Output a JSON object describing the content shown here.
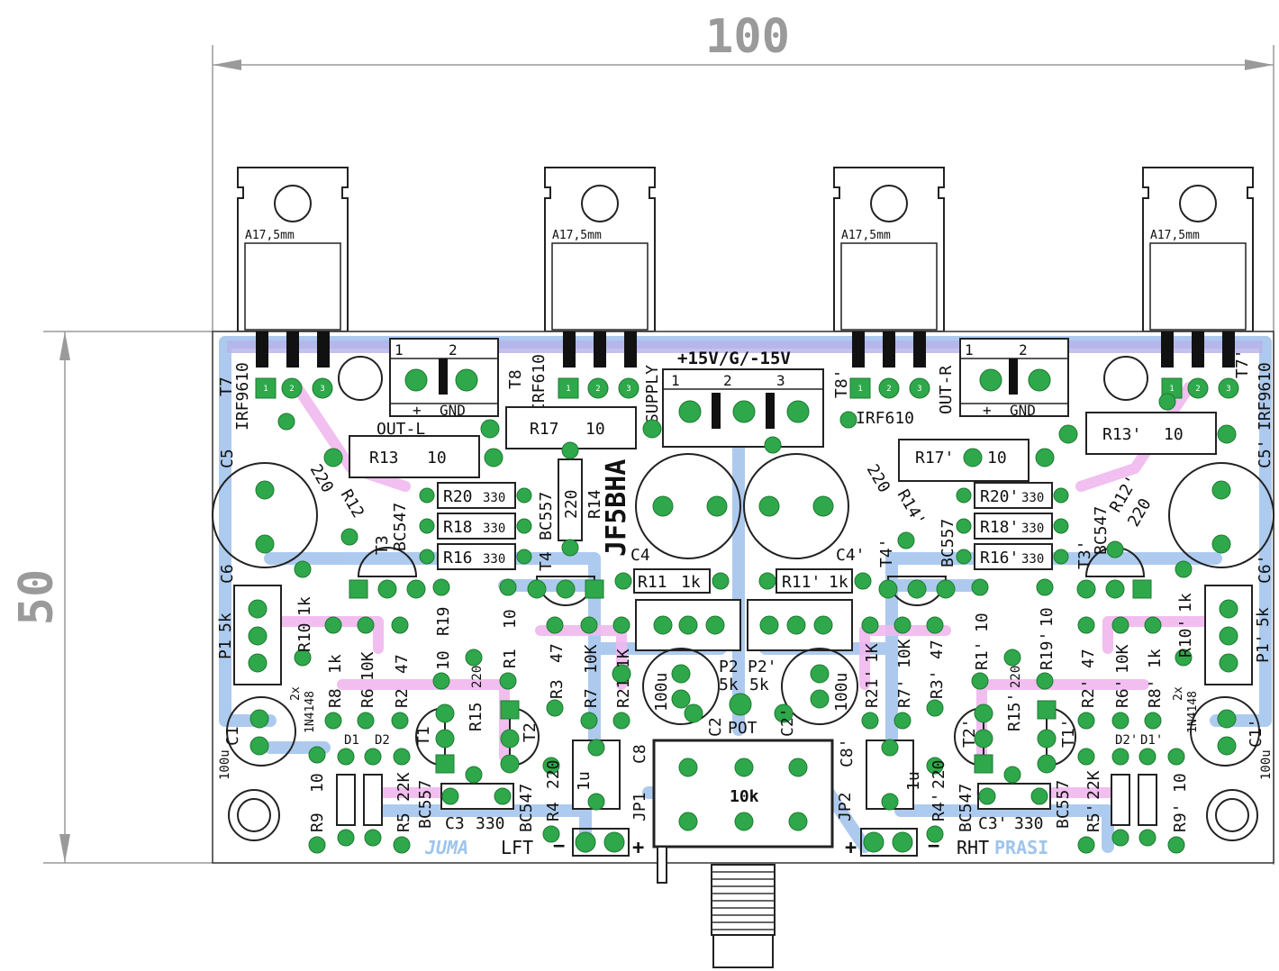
{
  "dimensions": {
    "width_label": "100",
    "height_label": "50"
  },
  "power_transistors": [
    {
      "designator": "T7",
      "part": "IRF9610",
      "heatsink": "A17,5mm"
    },
    {
      "designator": "T8",
      "part": "IRF610",
      "heatsink": "A17,5mm"
    },
    {
      "designator": "T8'",
      "part": "IRF610",
      "heatsink": "A17,5mm"
    },
    {
      "designator": "T7'",
      "part": "IRF9610",
      "heatsink": "A17,5mm"
    }
  ],
  "connectors": {
    "out_left": {
      "label": "OUT-L",
      "pins": [
        "1",
        "2"
      ],
      "polarity": [
        "+",
        "GND"
      ]
    },
    "out_right": {
      "label": "OUT-R",
      "pins": [
        "1",
        "2"
      ],
      "polarity": [
        "+",
        "GND"
      ]
    },
    "supply": {
      "label": "SUPPLY",
      "rails": "+15V/G/-15V",
      "pins": [
        "1",
        "2",
        "3"
      ]
    },
    "jp1": {
      "label": "JP1"
    },
    "jp2": {
      "label": "JP2"
    },
    "pot": {
      "label": "POT",
      "value": "10k"
    }
  },
  "board_title": "JF5BHA",
  "channel_labels": {
    "left": "LFT",
    "right": "RHT",
    "author_left": "JUMA",
    "author_right": "PRASI"
  },
  "components_left": [
    {
      "ref": "R13",
      "value": "10"
    },
    {
      "ref": "R17",
      "value": "10"
    },
    {
      "ref": "R12",
      "value": "220"
    },
    {
      "ref": "R14",
      "value": "220"
    },
    {
      "ref": "R20",
      "value": "330"
    },
    {
      "ref": "R18",
      "value": "330"
    },
    {
      "ref": "R16",
      "value": "330"
    },
    {
      "ref": "T3",
      "value": "BC547"
    },
    {
      "ref": "T4",
      "value": "BC557"
    },
    {
      "ref": "C4",
      "value": ""
    },
    {
      "ref": "C5",
      "value": ""
    },
    {
      "ref": "C6",
      "value": ""
    },
    {
      "ref": "R11",
      "value": "1k"
    },
    {
      "ref": "P1",
      "value": "5k"
    },
    {
      "ref": "R10",
      "value": "1k"
    },
    {
      "ref": "R8",
      "value": "1k"
    },
    {
      "ref": "R6",
      "value": "10K"
    },
    {
      "ref": "R2",
      "value": "47"
    },
    {
      "ref": "R19",
      "value": "10"
    },
    {
      "ref": "R15",
      "value": "220"
    },
    {
      "ref": "R1",
      "value": "10"
    },
    {
      "ref": "R3",
      "value": "47"
    },
    {
      "ref": "R7",
      "value": "10K"
    },
    {
      "ref": "R21",
      "value": "1K"
    },
    {
      "ref": "P2",
      "value": "5k"
    },
    {
      "ref": "C2",
      "value": "100u"
    },
    {
      "ref": "C1",
      "value": "100u"
    },
    {
      "ref": "T1",
      "value": ""
    },
    {
      "ref": "T2",
      "value": "BC547"
    },
    {
      "ref": "R9",
      "value": "10"
    },
    {
      "ref": "D1",
      "value": "1N4148"
    },
    {
      "ref": "D2",
      "value": "1N4148"
    },
    {
      "ref": "R5",
      "value": "22K"
    },
    {
      "ref": "C3",
      "value": "330"
    },
    {
      "ref": "R4",
      "value": "220"
    },
    {
      "ref": "C8",
      "value": "1u"
    }
  ],
  "components_right": [
    {
      "ref": "R13'",
      "value": "10"
    },
    {
      "ref": "R17'",
      "value": "10"
    },
    {
      "ref": "R12'",
      "value": "220"
    },
    {
      "ref": "R14'",
      "value": "220"
    },
    {
      "ref": "R20'",
      "value": "330"
    },
    {
      "ref": "R18'",
      "value": "330"
    },
    {
      "ref": "R16'",
      "value": "330"
    },
    {
      "ref": "T3'",
      "value": "BC547"
    },
    {
      "ref": "T4'",
      "value": "BC557"
    },
    {
      "ref": "C4'",
      "value": ""
    },
    {
      "ref": "C5'",
      "value": ""
    },
    {
      "ref": "C6'",
      "value": ""
    },
    {
      "ref": "R11'",
      "value": "1k"
    },
    {
      "ref": "P1'",
      "value": "5k"
    },
    {
      "ref": "R10'",
      "value": "1k"
    },
    {
      "ref": "R8'",
      "value": "1k"
    },
    {
      "ref": "R6'",
      "value": "10K"
    },
    {
      "ref": "R2'",
      "value": "47"
    },
    {
      "ref": "R19'",
      "value": "10"
    },
    {
      "ref": "R15'",
      "value": "220"
    },
    {
      "ref": "R1'",
      "value": "10"
    },
    {
      "ref": "R3'",
      "value": "47"
    },
    {
      "ref": "R7'",
      "value": "10K"
    },
    {
      "ref": "R21'",
      "value": "1K"
    },
    {
      "ref": "P2'",
      "value": "5k"
    },
    {
      "ref": "C2'",
      "value": "100u"
    },
    {
      "ref": "C1'",
      "value": "100u"
    },
    {
      "ref": "T1'",
      "value": ""
    },
    {
      "ref": "T2'",
      "value": "BC547"
    },
    {
      "ref": "R9'",
      "value": "10"
    },
    {
      "ref": "D1'",
      "value": ""
    },
    {
      "ref": "D2'",
      "value": ""
    },
    {
      "ref": "R5'",
      "value": "22K"
    },
    {
      "ref": "C3'",
      "value": "330"
    },
    {
      "ref": "R4'",
      "value": "220"
    },
    {
      "ref": "C8'",
      "value": "1u"
    }
  ],
  "diode_note": "2x",
  "colors": {
    "board": "#ffffff",
    "bottom_trace": "#a9c8ee",
    "top_trace": "#f0b8ee",
    "pad": "#2ea84a",
    "silkscreen": "#111111",
    "dimension": "#999999"
  }
}
